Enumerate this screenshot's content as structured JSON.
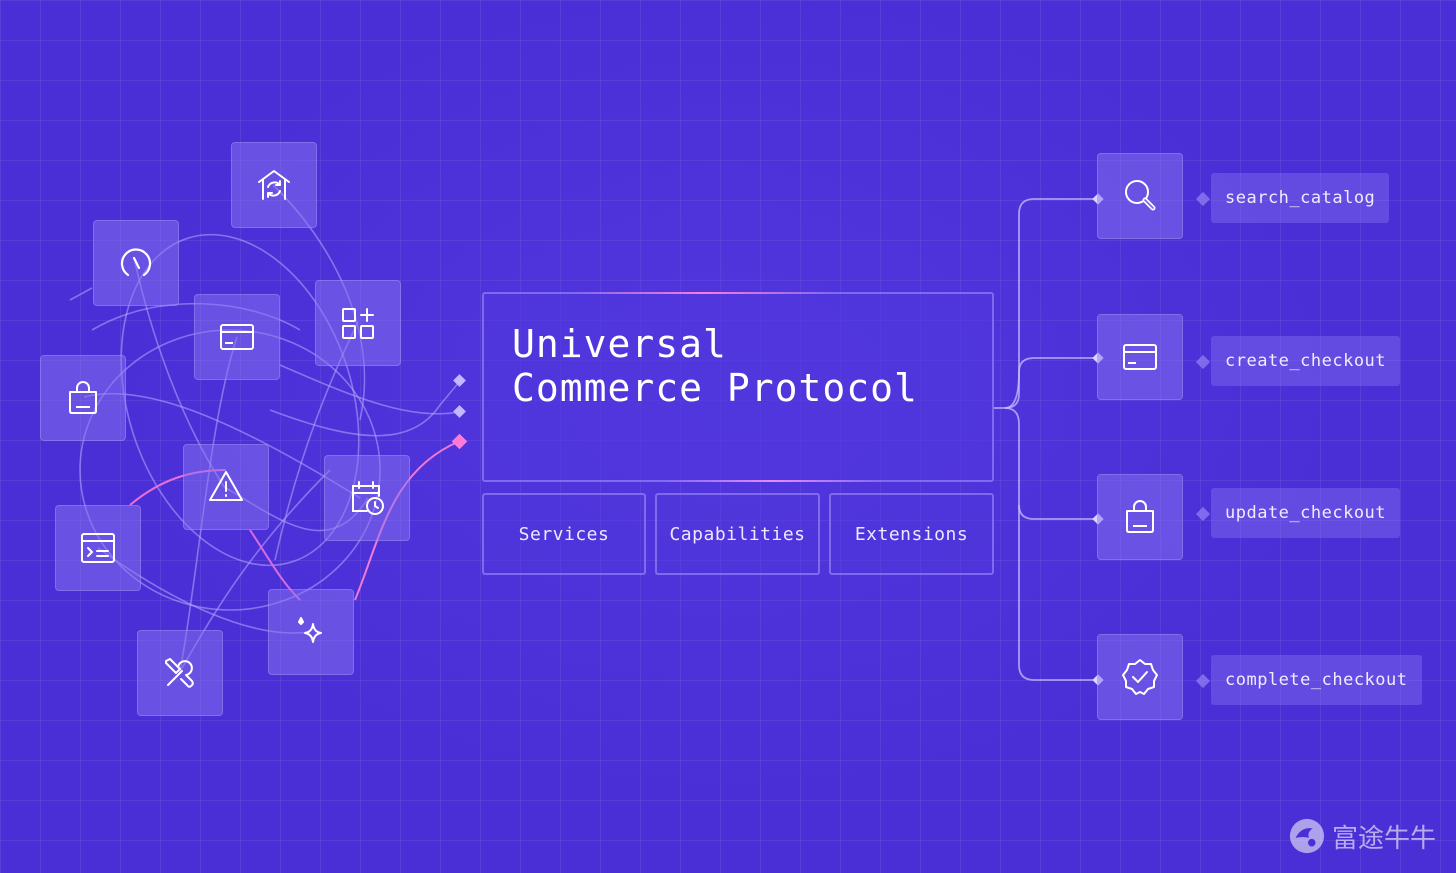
{
  "title_lines": [
    "Universal",
    "Commerce Protocol"
  ],
  "sub_boxes": [
    "Services",
    "Capabilities",
    "Extensions"
  ],
  "tools": [
    "search_catalog",
    "create_checkout",
    "update_checkout",
    "complete_checkout"
  ],
  "left_icons": [
    "store-refresh-icon",
    "gauge-icon",
    "credit-card-icon",
    "add-widget-icon",
    "shopping-bag-icon",
    "warning-icon",
    "calendar-clock-icon",
    "terminal-window-icon",
    "sparkles-icon",
    "tools-icon"
  ],
  "right_icons": [
    "search-icon",
    "credit-card-icon",
    "shopping-bag-icon",
    "check-badge-icon"
  ],
  "watermark": "富途牛牛",
  "colors": {
    "background": "#4a2fd6",
    "accent_pink": "#ff7ad4",
    "line": "#c3b8ff"
  }
}
